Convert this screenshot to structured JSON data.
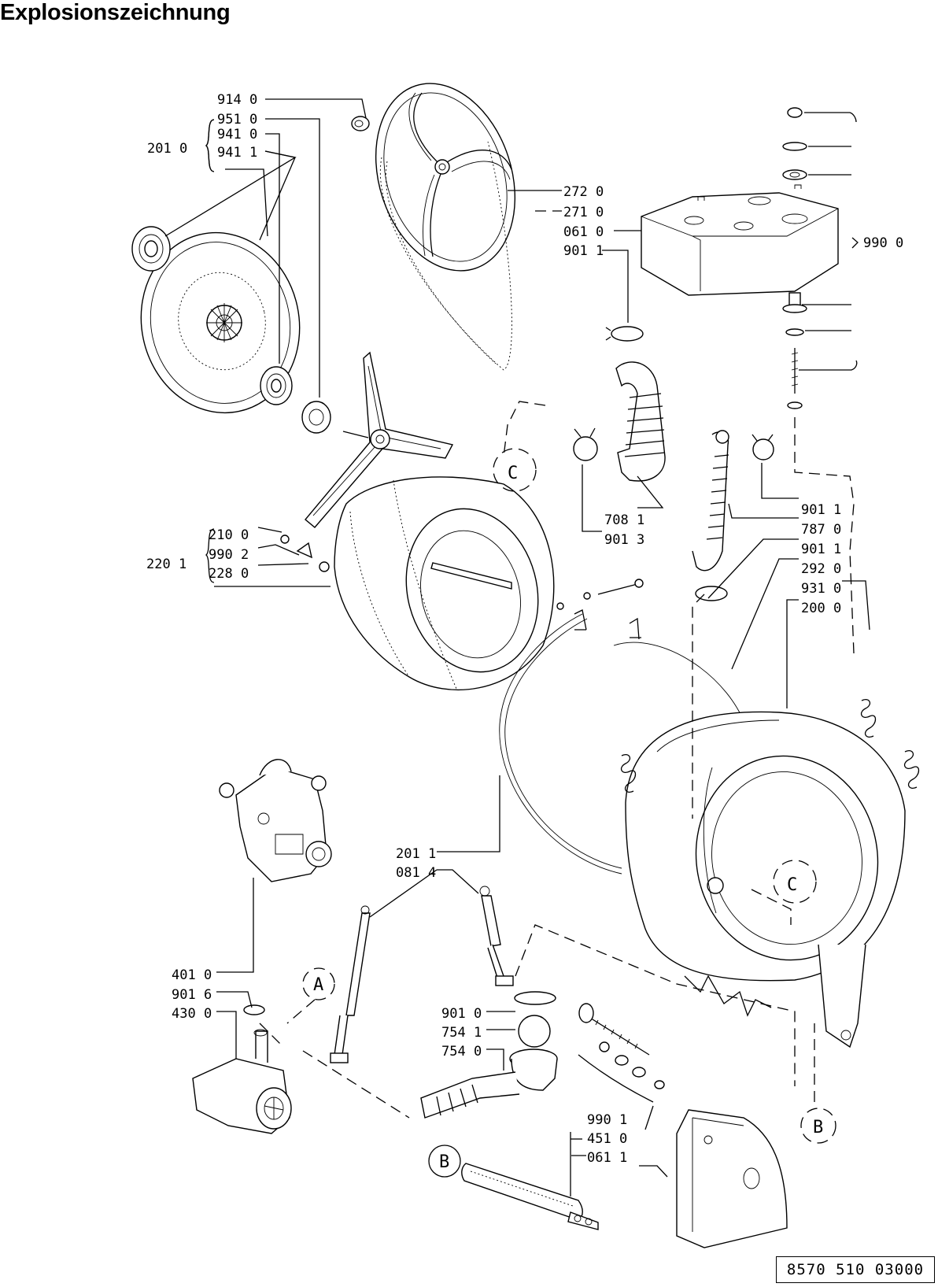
{
  "title": "Explosionszeichnung",
  "doc_number": "8570 510 03000",
  "labels": {
    "p914_0": "914 0",
    "p951_0": "951 0",
    "p941_0": "941 0",
    "p941_1": "941 1",
    "p201_0": "201 0",
    "p272_0": "272 0",
    "p271_0": "271 0",
    "p061_0": "061 0",
    "p901_1a": "901 1",
    "p990_0": "990 0",
    "p708_1": "708 1",
    "p901_3": "901 3",
    "p901_1b": "901 1",
    "p787_0": "787 0",
    "p901_1c": "901 1",
    "p292_0": "292 0",
    "p931_0": "931 0",
    "p200_0": "200 0",
    "p210_0": "210 0",
    "p990_2": "990 2",
    "p228_0": "228 0",
    "p220_1": "220 1",
    "p201_1": "201 1",
    "p081_4": "081 4",
    "p401_0": "401 0",
    "p901_6": "901 6",
    "p430_0": "430 0",
    "p901_0": "901 0",
    "p754_1": "754 1",
    "p754_0": "754 0",
    "p990_1": "990 1",
    "p451_0": "451 0",
    "p061_1": "061 1"
  },
  "markers": {
    "A": "A",
    "B": "B",
    "C": "C"
  }
}
